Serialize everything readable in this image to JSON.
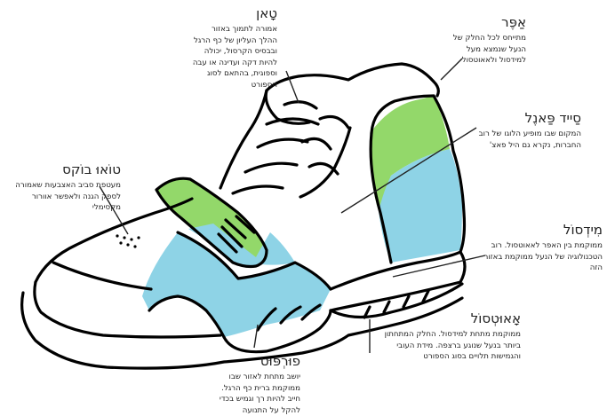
{
  "colors": {
    "green": "#93d86a",
    "blue": "#8ed3e6",
    "outline": "#000000",
    "text": "#222222"
  },
  "labels": {
    "toe": {
      "title": "טָאן",
      "desc": "אמורה לתמוך באזור ההלך העליון של כף הרגל ובבסיס הקרסול, יכולה להיות דקה ועדינה או עבה וספוגית, בהתאם לסוג הספורט"
    },
    "upper": {
      "title": "אַפֶּר",
      "desc": "מתייחס לכל החלק של הנעל שנמצא מעל למידסול ולאאוטסול"
    },
    "sidepanel": {
      "title": "סַייד פַּאנֶל",
      "desc": "המקום שבו מופיע הלוגו של רוב החברות, נקרא גם היל פאצ'"
    },
    "toebox": {
      "title": "טוֹאוּ בוֹקס",
      "desc": "מעטפת סביב האצבעות שאמורה לספק הגנה ולאפשר אוורור מקסימלי"
    },
    "midsole": {
      "title": "מִידְסוֹל",
      "desc": "ממוקמת בין האפר לאאוטסול. רוב הטכנולוגיה של הנעל ממוקמת באזור הזה"
    },
    "outsole": {
      "title": "אָאוּטְסוֹל",
      "desc": "ממוקמת מתחת למידסול. החלק המתחתון ביותר בנעל שנוגע ברצפה. מידת העובי והגמישות תלויים בסוג הספורט"
    },
    "footpad": {
      "title": "פוּרְפּוּט",
      "desc": "יושב מתחת לאזור שבו ממוקמת ברית כף הרגל. חייב להיות רך וגמיש בכדי להקל על התנועה"
    }
  }
}
